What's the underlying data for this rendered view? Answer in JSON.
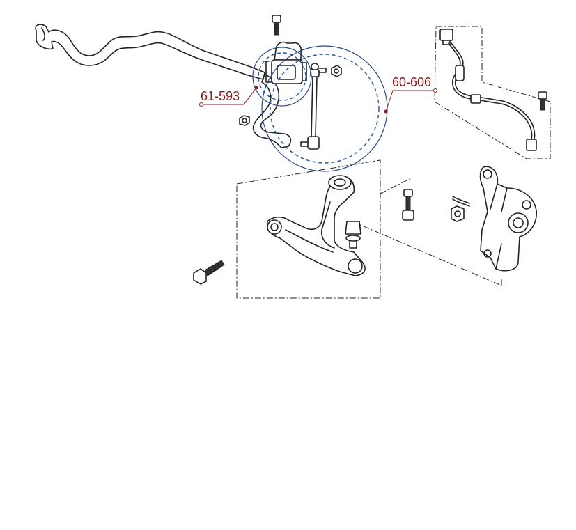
{
  "callouts": [
    {
      "id": "stabilizer-bushing",
      "label": "61-593",
      "color": "#8b1a1a"
    },
    {
      "id": "stabilizer-link",
      "label": "60-606",
      "color": "#8b1a1a"
    }
  ],
  "colors": {
    "line_art": "#222222",
    "callout": "#8b1a1a",
    "highlight_circle": "#2a4a8a",
    "highlight_dashed": "#2a5aa0"
  }
}
